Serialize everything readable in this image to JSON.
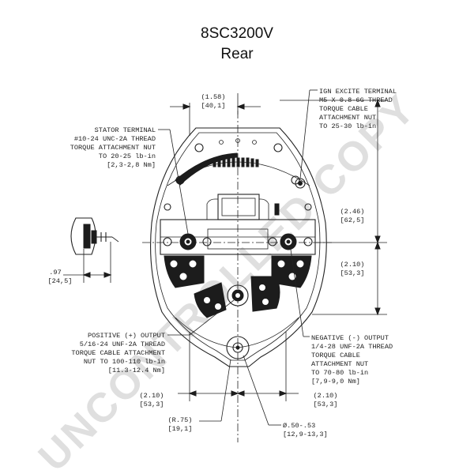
{
  "title": "8SC3200V",
  "subtitle": "Rear",
  "watermark": "UNCONTROLLED COPY",
  "callouts": {
    "stator": [
      "STATOR TERMINAL",
      "#10-24 UNC-2A THREAD",
      "TORQUE ATTACHMENT NUT",
      "TO 20-25 lb-in",
      "[2,3-2,8 Nm]"
    ],
    "ign": [
      "IGN EXCITE TERMINAL",
      "M5 X 0.8-6G THREAD",
      "TORQUE CABLE",
      "ATTACHMENT NUT",
      "TO 25-30 lb-in"
    ],
    "positive": [
      "POSITIVE (+) OUTPUT",
      "5/16-24 UNF-2A THREAD",
      "TORQUE CABLE ATTACHMENT",
      "NUT TO 100-110 lb-in",
      "[11.3-12.4 Nm]"
    ],
    "negative": [
      "NEGATIVE (-) OUTPUT",
      "1/4-28 UNF-2A THREAD",
      "TORQUE CABLE",
      "ATTACHMENT NUT",
      "TO 70-80 lb-in",
      "[7,9-9,0 Nm]"
    ]
  },
  "dims": {
    "top_in": "(1.58)",
    "top_mm": "[40,1]",
    "right_upper_in": "(2.46)",
    "right_upper_mm": "[62,5]",
    "right_lower_in": "(2.10)",
    "right_lower_mm": "[53,3]",
    "left_in": ".97",
    "left_mm": "[24,5]",
    "bottom_left_in": "(2.10)",
    "bottom_left_mm": "[53,3]",
    "bottom_right_in": "(2.10)",
    "bottom_right_mm": "[53,3]",
    "radius_in": "(R.75)",
    "radius_mm": "[19,1]",
    "hole_in": "Ø.50-.53",
    "hole_mm": "[12,9-13,3]"
  }
}
